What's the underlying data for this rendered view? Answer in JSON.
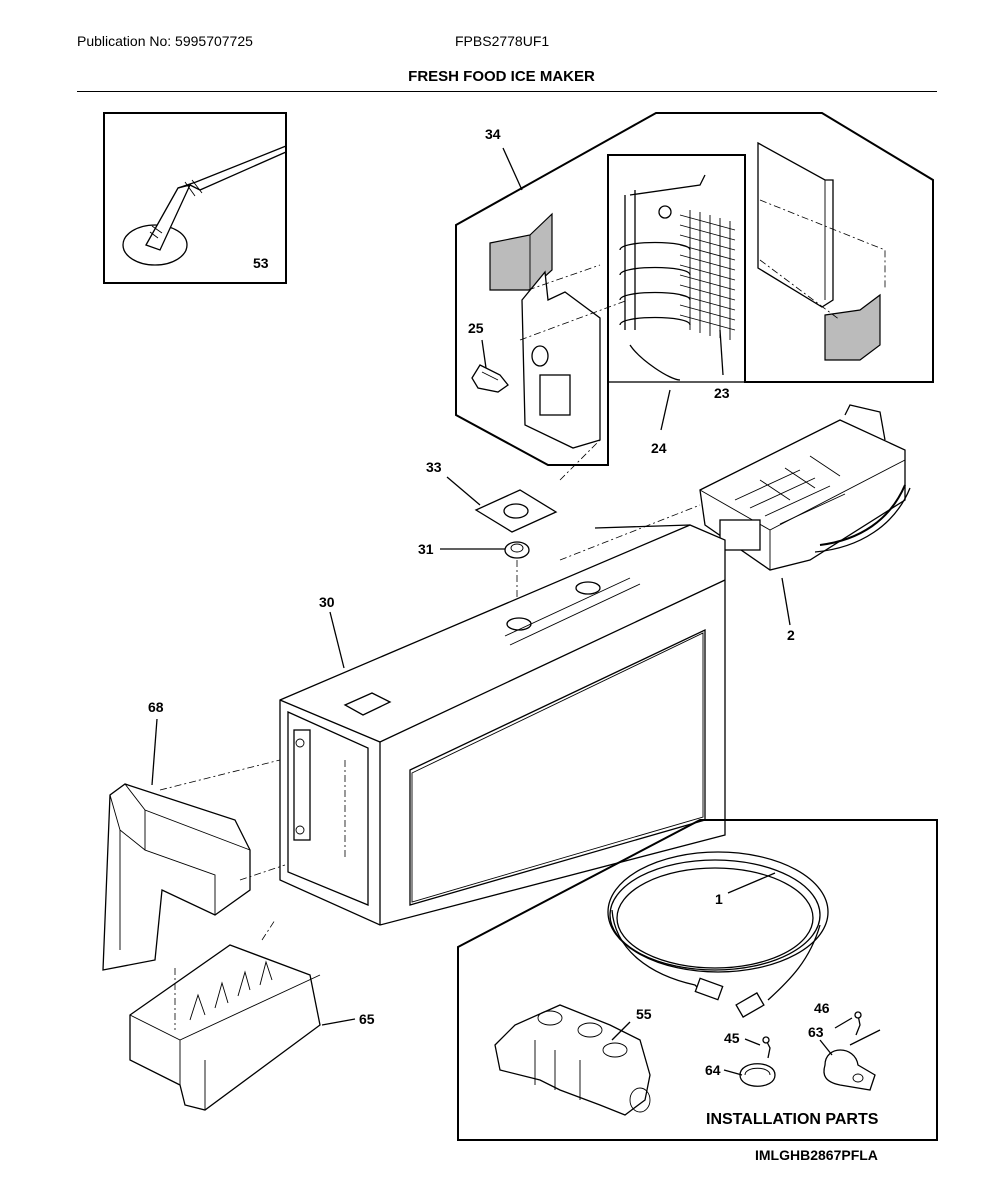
{
  "header": {
    "publication": "Publication No: 5995707725",
    "model": "FPBS2778UF1",
    "title": "FRESH FOOD ICE MAKER"
  },
  "callouts": {
    "p1": "1",
    "p2": "2",
    "p23": "23",
    "p24": "24",
    "p25": "25",
    "p30": "30",
    "p31": "31",
    "p33": "33",
    "p34": "34",
    "p45": "45",
    "p46": "46",
    "p53": "53",
    "p55": "55",
    "p63": "63",
    "p64": "64",
    "p65": "65",
    "p68": "68"
  },
  "install_panel": {
    "label": "INSTALLATION PARTS"
  },
  "footer": {
    "code": "IMLGHB2867PFLA"
  }
}
